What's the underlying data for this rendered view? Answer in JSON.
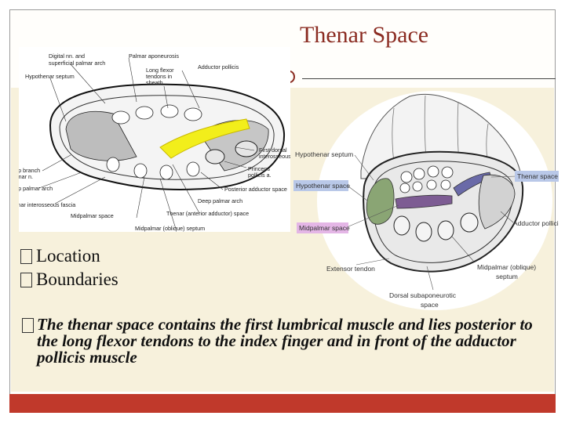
{
  "slide": {
    "title": "Thenar Space",
    "bullets": [
      "Location",
      "Boundaries"
    ],
    "description": "The thenar space contains the first lumbrical muscle and lies posterior to the long flexor tendons to the index finger and in front of the adductor pollicis muscle"
  },
  "diagram_left": {
    "labels": {
      "digital_nn": "Digital nn. and",
      "superficial_arch": "superficial palmar arch",
      "palmar_aponeurosis": "Palmar aponeurosis",
      "adductor_pollicis": "Adductor pollicis",
      "hypothenar_septum": "Hypothenar septum",
      "long_flexor_1": "Long flexor",
      "long_flexor_2": "tendons in",
      "long_flexor_3": "sheath",
      "first_dorsal_1": "First dorsal",
      "first_dorsal_2": "interosseous",
      "princeps_1": "Princeps",
      "princeps_2": "pollicis a.",
      "deep_branch_1": "Deep branch",
      "deep_branch_2": "of ulnar n.",
      "posterior_adductor": "Posterior adductor space",
      "deep_arch_left": "Deep palmar arch",
      "deep_arch_right": "Deep palmar arch",
      "palmar_fascia": "Palmar interosseous fascia",
      "thenar_space": "Thenar (anterior adductor) space",
      "midpalmar_space": "Midpalmar space",
      "midpalmar_septum": "Midpalmar (oblique) septum"
    }
  },
  "diagram_right": {
    "labels": {
      "hypothenar_septum": "Hypothenar septum",
      "hypothenar_space": "Hypothenar space",
      "thenar_space": "Thenar space",
      "adductor_pollicis": "Adductor pollicis",
      "midpalmar_space": "Midpalmar space",
      "extensor_tendon": "Extensor tendon",
      "midpalmar_septum_1": "Midpalmar (oblique)",
      "midpalmar_septum_2": "septum",
      "dorsal_space_1": "Dorsal subaponeurotic",
      "dorsal_space_2": "space"
    }
  },
  "colors": {
    "title": "#8b2c22",
    "footer": "#c0392b",
    "panel": "#f7f1dc",
    "highlight_yellow": "#f2ee1b",
    "hypothenar_green": "#8aa574",
    "midpalmar_purple": "#7d5c93",
    "tag_blue": "#b9c8e8",
    "tag_pink": "#e4b6e6"
  }
}
